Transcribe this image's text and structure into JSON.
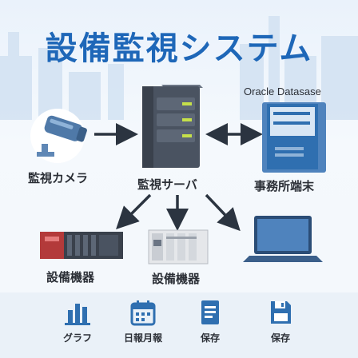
{
  "title": "設備監視システム",
  "oracle_label": "Oracle Datasase",
  "nodes": {
    "camera": "監視カメラ",
    "server": "監視サーバ",
    "office_terminal": "事務所端末",
    "equipment_1": "設備機器",
    "equipment_2": "設備機器"
  },
  "features": [
    {
      "label": "グラフ",
      "icon": "bar-chart-icon"
    },
    {
      "label": "日報月報",
      "icon": "calendar-icon"
    },
    {
      "label": "保存",
      "icon": "document-icon"
    },
    {
      "label": "保存",
      "icon": "floppy-disk-icon"
    }
  ],
  "colors": {
    "title": "#1e67b8",
    "accent_blue": "#2f6fb0",
    "server_dark": "#4a5361",
    "indicator_green": "#c5e04a",
    "arrow": "#2b3440"
  }
}
